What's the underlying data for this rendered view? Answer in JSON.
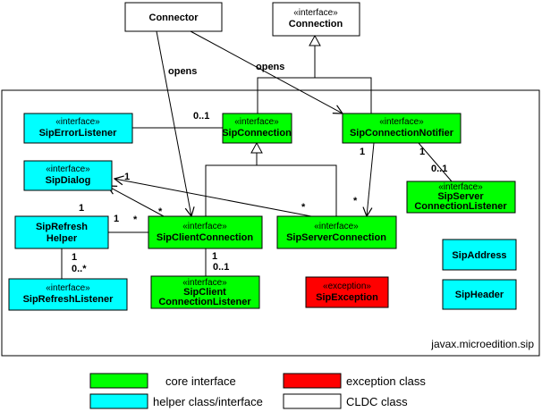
{
  "colors": {
    "core": "#00ff00",
    "helper": "#00ffff",
    "exception": "#ff0000",
    "cldc": "#ffffff",
    "line": "#000000"
  },
  "package": {
    "name": "javax.microedition.sip"
  },
  "boxes": {
    "connector": {
      "name": "Connector",
      "kind": "cldc"
    },
    "connection": {
      "stereotype": "«interface»",
      "name": "Connection",
      "kind": "cldc"
    },
    "sip_error_listener": {
      "stereotype": "«interface»",
      "name": "SipErrorListener",
      "kind": "helper"
    },
    "sip_connection": {
      "stereotype": "«interface»",
      "name": "SipConnection",
      "kind": "core"
    },
    "sip_connection_notifier": {
      "stereotype": "«interface»",
      "name": "SipConnectionNotifier",
      "kind": "core"
    },
    "sip_dialog": {
      "stereotype": "«interface»",
      "name": "SipDialog",
      "kind": "helper"
    },
    "sip_server_connection_listener": {
      "stereotype": "«interface»",
      "name_lines": [
        "SipServer",
        "ConnectionListener"
      ],
      "kind": "core"
    },
    "sip_refresh_helper": {
      "name_lines": [
        "SipRefresh",
        "Helper"
      ],
      "kind": "helper"
    },
    "sip_client_connection": {
      "stereotype": "«interface»",
      "name": "SipClientConnection",
      "kind": "core"
    },
    "sip_server_connection": {
      "stereotype": "«interface»",
      "name": "SipServerConnection",
      "kind": "core"
    },
    "sip_address": {
      "name": "SipAddress",
      "kind": "helper"
    },
    "sip_refresh_listener": {
      "stereotype": "«interface»",
      "name": "SipRefreshListener",
      "kind": "helper"
    },
    "sip_client_connection_listener": {
      "stereotype": "«interface»",
      "name_lines": [
        "SipClient",
        "ConnectionListener"
      ],
      "kind": "core"
    },
    "sip_exception": {
      "stereotype": "«exception»",
      "name": "SipException",
      "kind": "exception"
    },
    "sip_header": {
      "name": "SipHeader",
      "kind": "helper"
    }
  },
  "edge_labels": {
    "opens_left": "opens",
    "opens_right": "opens"
  },
  "multiplicities": {
    "error_listener_to_connection": "0..1",
    "notifier_to_server_connection_near": "1",
    "notifier_to_server_connection_far": "*",
    "notifier_to_listener_near": "1",
    "notifier_to_listener_far": "0..1",
    "dialog_near_client": "1",
    "client_far_dialog": "*",
    "server_far_dialog": "*",
    "dialog_near_server": "1",
    "helper_near_client": "1",
    "client_near_helper": "*",
    "helper_to_refresh_listener_near": "1",
    "helper_to_refresh_listener_far": "0..*",
    "client_to_client_listener_near": "1",
    "client_to_client_listener_far": "0..1"
  },
  "legend": [
    {
      "kind": "core",
      "label": "core interface"
    },
    {
      "kind": "exception",
      "label": "exception class"
    },
    {
      "kind": "helper",
      "label": "helper class/interface"
    },
    {
      "kind": "cldc",
      "label": "CLDC class"
    }
  ]
}
